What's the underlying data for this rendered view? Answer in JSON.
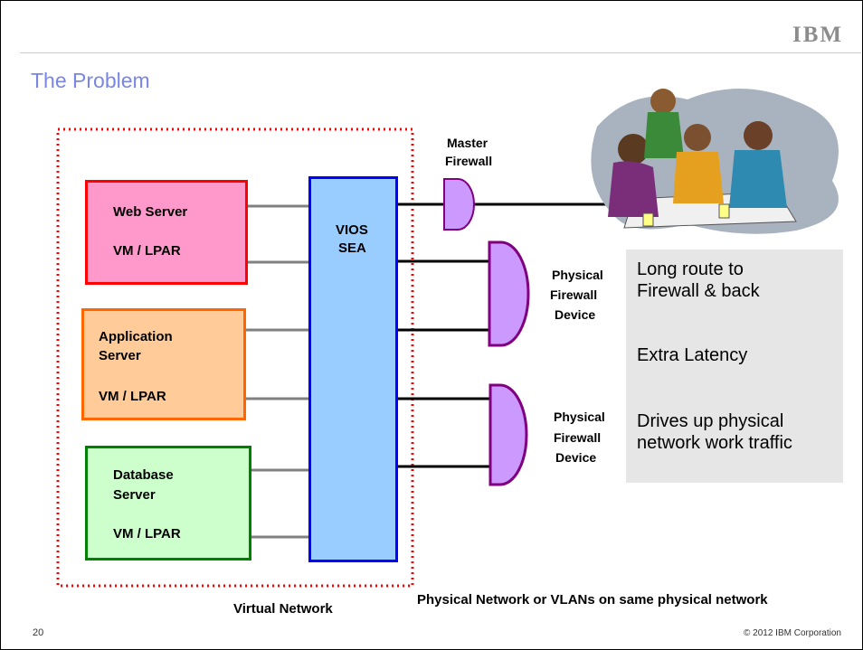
{
  "slide": {
    "title": "The Problem",
    "logo": "IBM",
    "page_number": "20",
    "copyright": "© 2012 IBM Corporation"
  },
  "servers": [
    {
      "name": "Web Server",
      "vm": "VM / LPAR",
      "fill": "#ff99cc",
      "border": "#ff0000"
    },
    {
      "name_line1": "Application",
      "name_line2": "Server",
      "vm": "VM / LPAR",
      "fill": "#ffcc99",
      "border": "#ff6600"
    },
    {
      "name_line1": "Database",
      "name_line2": "Server",
      "vm": "VM / LPAR",
      "fill": "#ccffcc",
      "border": "#008000"
    }
  ],
  "vios": {
    "line1": "VIOS",
    "line2": "SEA",
    "fill": "#99ccff",
    "border": "#0000ff"
  },
  "firewalls": {
    "master_line1": "Master",
    "master_line2": "Firewall",
    "physical_line1": "Physical",
    "physical_line2": "Firewall",
    "physical_line3": "Device",
    "fill": "#cc99ff",
    "border": "#800080"
  },
  "notes": {
    "line1": "Long route to",
    "line2": "Firewall & back",
    "line3": "Extra Latency",
    "line4": "Drives up physical",
    "line5": "network work traffic"
  },
  "labels": {
    "virtual_network": "Virtual Network",
    "physical_network": "Physical Network or VLANs on same physical network"
  },
  "colors": {
    "dotted_border": "#ff0000",
    "title": "#7a86e6",
    "note_bg": "#e6e6e6"
  }
}
